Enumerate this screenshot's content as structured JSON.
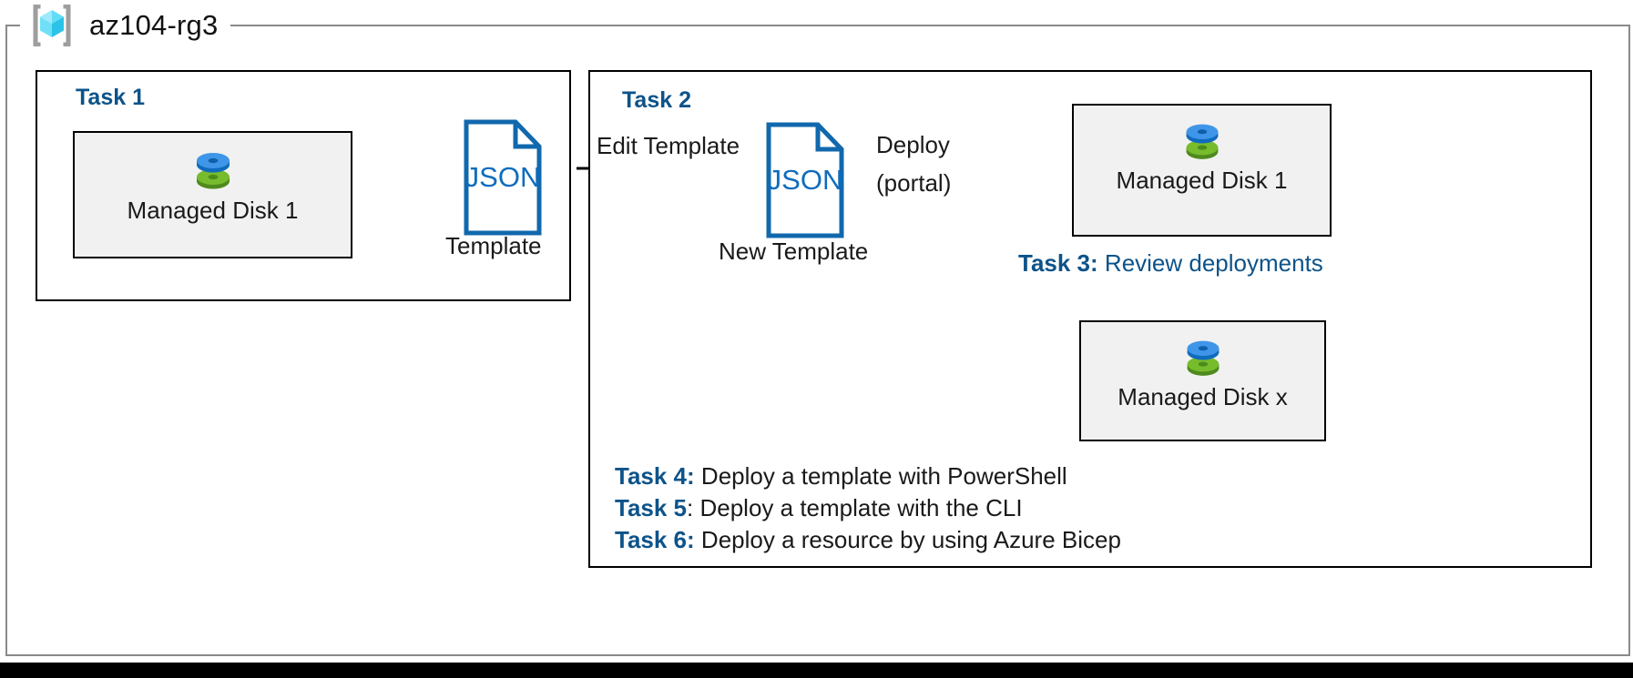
{
  "resource_group": {
    "name": "az104-rg3",
    "icon": "azure-resource-group-icon"
  },
  "colors": {
    "heading_blue": "#0d5389",
    "json_blue": "#0f6cbd",
    "json_outline": "#1168ad",
    "box_fill": "#f1f1f1",
    "box_border": "#000000",
    "container_border": "#8a8a8a",
    "disk_top": "#3f8fe0",
    "disk_bottom": "#6aad28",
    "cube_cyan": "#4fd3f5"
  },
  "task1": {
    "heading": "Task 1",
    "resource": {
      "label": "Managed Disk 1",
      "icon": "managed-disk-icon"
    },
    "template": {
      "doc_text": "JSON",
      "caption": "Template",
      "icon": "json-document-icon"
    }
  },
  "task2": {
    "heading": "Task 2",
    "edit_edge_label": "Edit Template",
    "new_template": {
      "doc_text": "JSON",
      "caption": "New Template",
      "icon": "json-document-icon"
    },
    "deploy_edge_label_top": "Deploy",
    "deploy_edge_label_bottom": "(portal)",
    "resource_top": {
      "label": "Managed Disk 1",
      "icon": "managed-disk-icon"
    },
    "resource_bottom": {
      "label": "Managed Disk x",
      "icon": "managed-disk-icon"
    }
  },
  "notes": {
    "task3": {
      "key": "Task 3:",
      "text": " Review deployments",
      "style": "all-blue"
    },
    "task4": {
      "key": "Task 4:",
      "text": " Deploy a template with PowerShell",
      "style": "mixed"
    },
    "task5": {
      "key": "Task 5",
      "separator": ":",
      "text": " Deploy a template with the CLI",
      "style": "mixed-black-colon"
    },
    "task6": {
      "key": "Task 6:",
      "text": " Deploy a resource by using Azure Bicep",
      "style": "mixed"
    }
  }
}
